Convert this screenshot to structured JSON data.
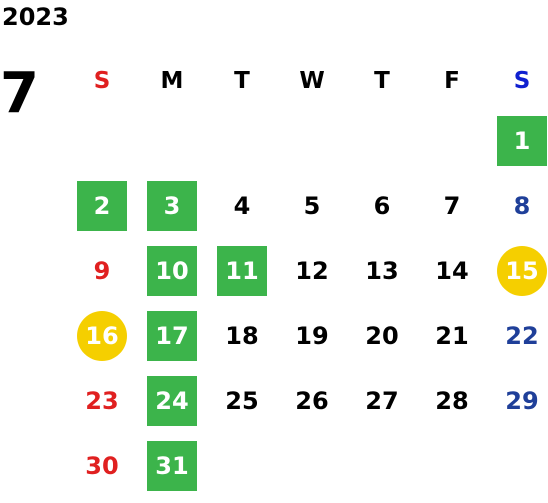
{
  "calendar": {
    "year": "2023",
    "month": "7",
    "weekdays": [
      "S",
      "M",
      "T",
      "W",
      "T",
      "F",
      "S"
    ],
    "weeks": [
      [
        "",
        "",
        "",
        "",
        "",
        "",
        "1"
      ],
      [
        "2",
        "3",
        "4",
        "5",
        "6",
        "7",
        "8"
      ],
      [
        "9",
        "10",
        "11",
        "12",
        "13",
        "14",
        "15"
      ],
      [
        "16",
        "17",
        "18",
        "19",
        "20",
        "21",
        "22"
      ],
      [
        "23",
        "24",
        "25",
        "26",
        "27",
        "28",
        "29"
      ],
      [
        "30",
        "31",
        "",
        "",
        "",
        "",
        ""
      ]
    ],
    "green_days": [
      "1",
      "2",
      "3",
      "10",
      "11",
      "17",
      "24",
      "31"
    ],
    "yellow_days": [
      "15",
      "16"
    ]
  },
  "colors": {
    "green": "#3cb44b",
    "yellow": "#f5cf00",
    "sunday_red": "#e02020",
    "saturday_blue": "#1f3f99"
  }
}
